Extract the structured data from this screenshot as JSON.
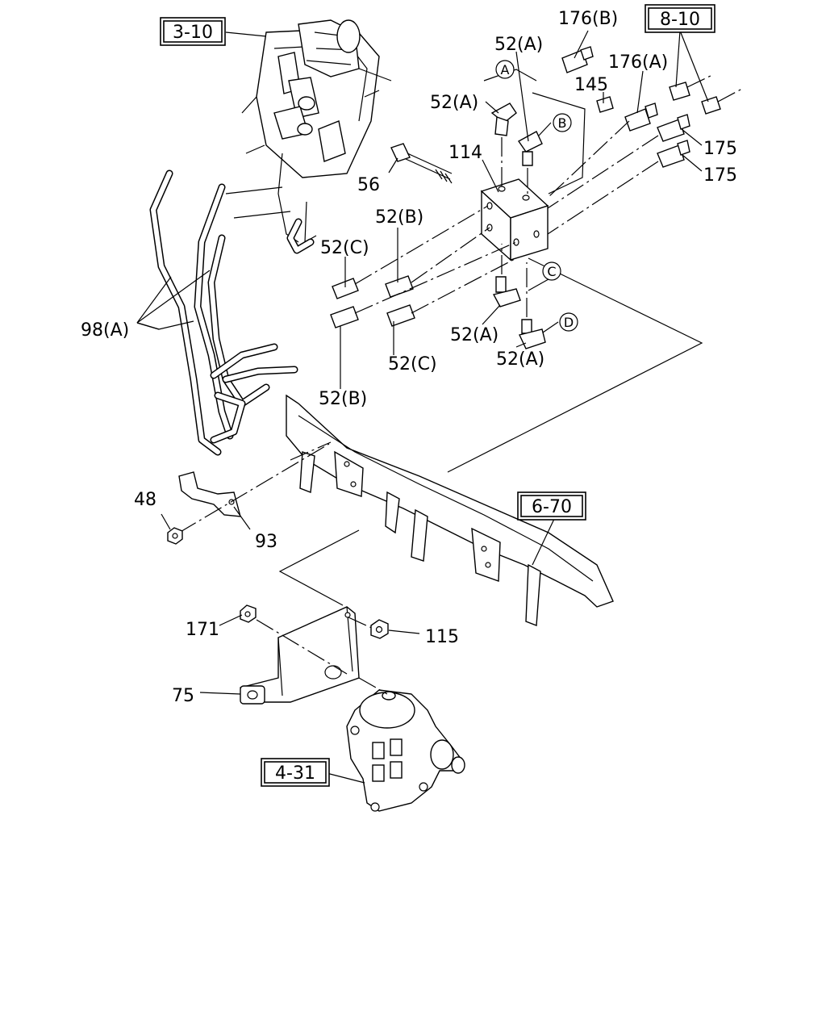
{
  "ref_boxes": [
    {
      "id": "r1",
      "text": "3-10"
    },
    {
      "id": "r2",
      "text": "8-10"
    },
    {
      "id": "r3",
      "text": "6-70"
    },
    {
      "id": "r4",
      "text": "4-31"
    }
  ],
  "callouts": [
    {
      "id": "c176b",
      "text": "176(B)"
    },
    {
      "id": "c52a_top",
      "text": "52(A)"
    },
    {
      "id": "c176a",
      "text": "176(A)"
    },
    {
      "id": "c145",
      "text": "145"
    },
    {
      "id": "c52a_left",
      "text": "52(A)"
    },
    {
      "id": "c114",
      "text": "114"
    },
    {
      "id": "c56",
      "text": "56"
    },
    {
      "id": "c175_1",
      "text": "175"
    },
    {
      "id": "c175_2",
      "text": "175"
    },
    {
      "id": "c52b_top",
      "text": "52(B)"
    },
    {
      "id": "c52c_top",
      "text": "52(C)"
    },
    {
      "id": "c98a",
      "text": "98(A)"
    },
    {
      "id": "c52a_mid",
      "text": "52(A)"
    },
    {
      "id": "c52a_low",
      "text": "52(A)"
    },
    {
      "id": "c52c_low",
      "text": "52(C)"
    },
    {
      "id": "c52b_low",
      "text": "52(B)"
    },
    {
      "id": "c48",
      "text": "48"
    },
    {
      "id": "c93",
      "text": "93"
    },
    {
      "id": "c171",
      "text": "171"
    },
    {
      "id": "c115",
      "text": "115"
    },
    {
      "id": "c75",
      "text": "75"
    }
  ],
  "circle_markers": [
    "A",
    "B",
    "C",
    "D"
  ]
}
